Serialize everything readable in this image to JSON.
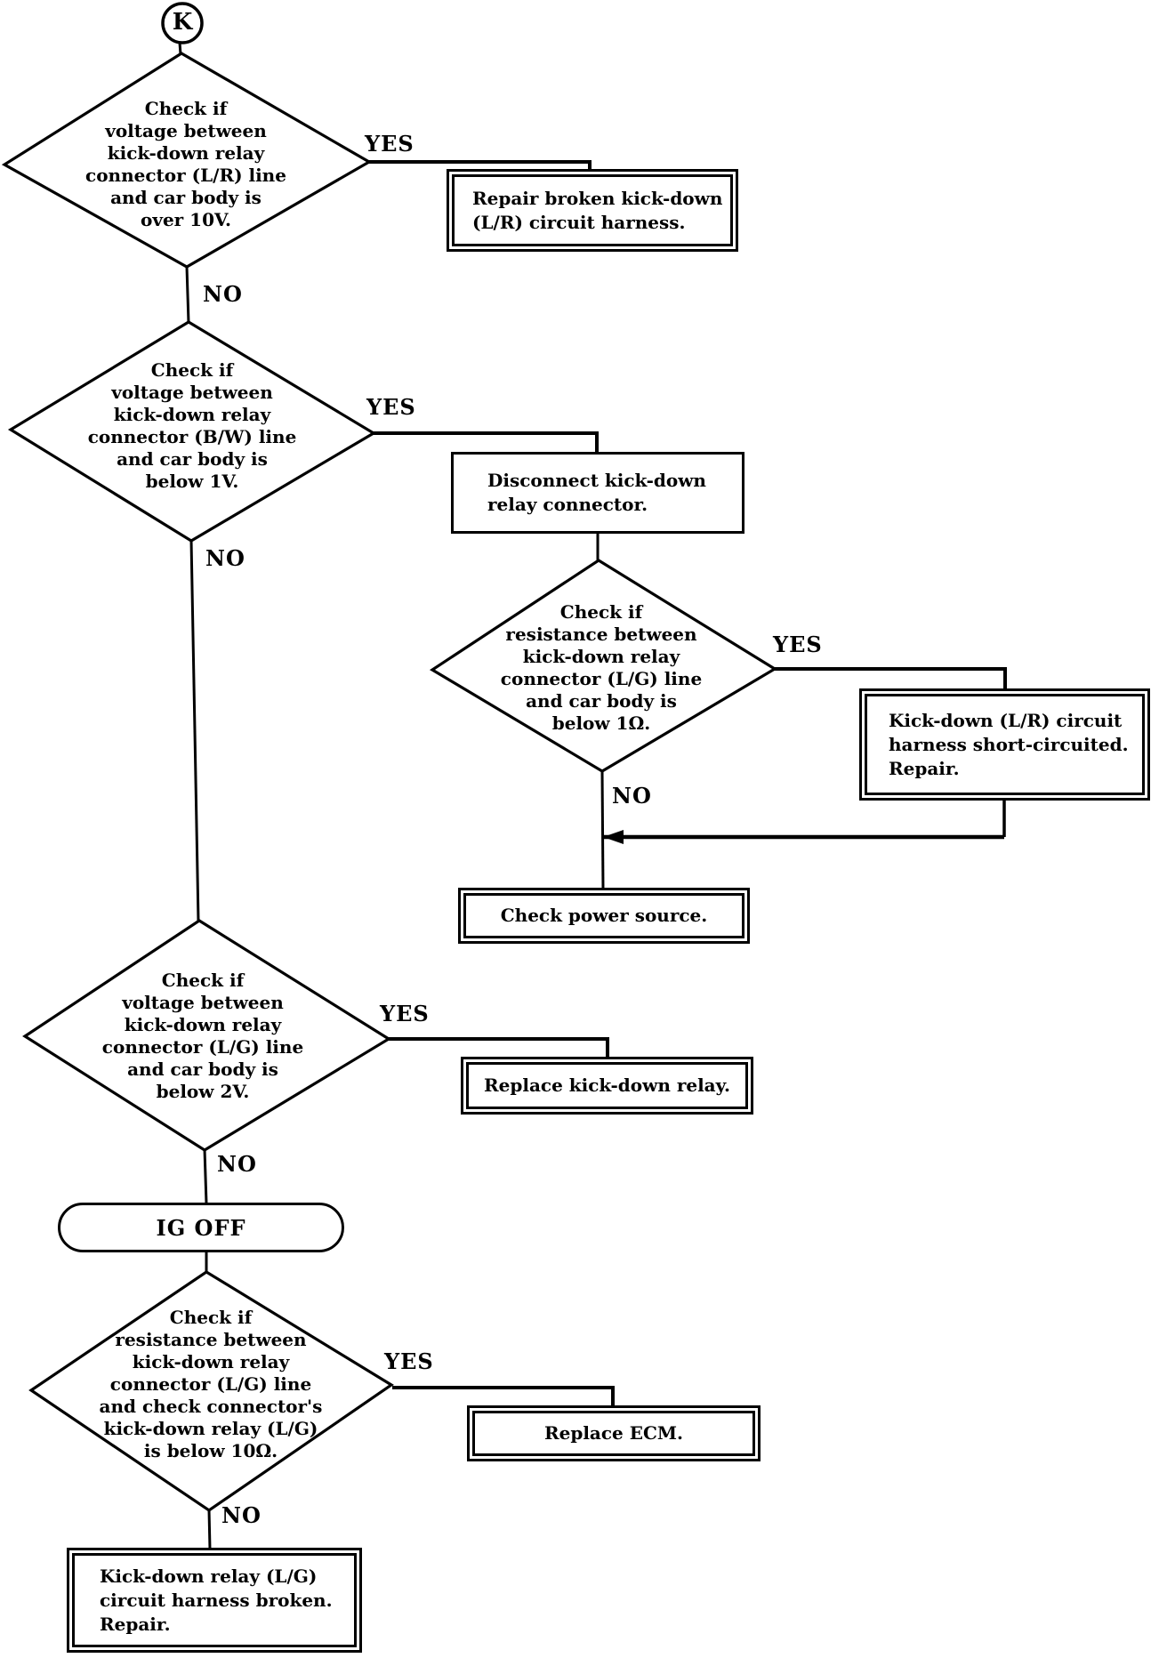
{
  "page": {
    "background": "#ffffff",
    "ink": "#000000"
  },
  "start": {
    "label": "K"
  },
  "decisions": [
    {
      "text": "Check if\nvoltage between\nkick-down relay\nconnector (L/R) line\nand car body is\nover 10V.",
      "yes": "YES",
      "no": "NO"
    },
    {
      "text": "Check if\nvoltage between\nkick-down relay\nconnector (B/W) line\nand car body is\nbelow 1V.",
      "yes": "YES",
      "no": "NO"
    },
    {
      "text": "Check if\nresistance between\nkick-down relay\nconnector (L/G) line\nand car body is\nbelow 1Ω.",
      "yes": "YES",
      "no": "NO"
    },
    {
      "text": "Check if\nvoltage between\nkick-down relay\nconnector (L/G) line\nand car body is\nbelow 2V.",
      "yes": "YES",
      "no": "NO"
    },
    {
      "text": "Check if\nresistance between\nkick-down relay\nconnector (L/G) line\nand check connector's\nkick-down relay (L/G)\nis below 10Ω.",
      "yes": "YES",
      "no": "NO"
    }
  ],
  "actions": {
    "repair_broken_harness": "Repair broken kick-down\n(L/R) circuit harness.",
    "disconnect_relay": "Disconnect kick-down\nrelay connector.",
    "harness_short_circuited": "Kick-down (L/R) circuit\nharness short-circuited.\nRepair.",
    "check_power_source": "Check power source.",
    "replace_relay": "Replace kick-down relay.",
    "ig_off": "IG OFF",
    "replace_ecm": "Replace ECM.",
    "harness_broken": "Kick-down relay (L/G)\ncircuit harness broken.\nRepair."
  }
}
